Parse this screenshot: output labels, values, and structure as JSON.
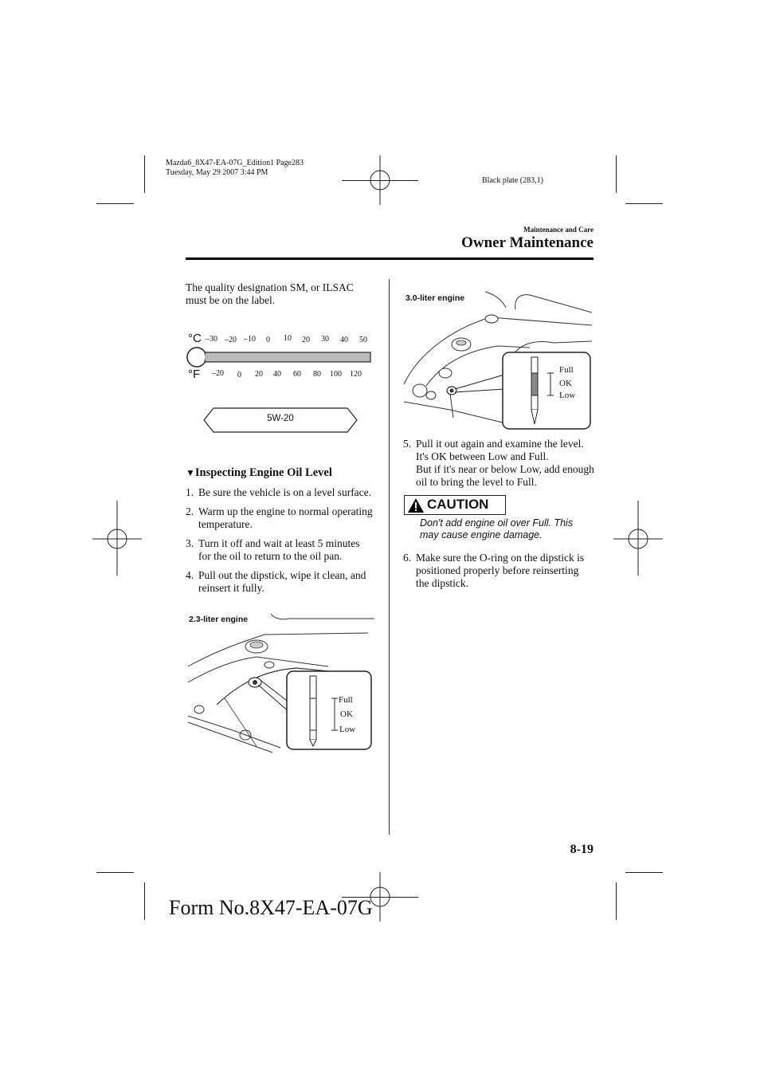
{
  "header_meta": {
    "line1": "Mazda6_8X47-EA-07G_Edition1 Page283",
    "line2": "Tuesday, May 29 2007 3:44 PM",
    "plate": "Black plate (283,1)"
  },
  "section": {
    "category": "Maintenance and Care",
    "title": "Owner Maintenance"
  },
  "left": {
    "intro": "The quality designation SM, or ILSAC must be on the label.",
    "chart": {
      "celsius_unit": "°C",
      "fahrenheit_unit": "°F",
      "celsius_ticks": [
        "–30",
        "–20",
        "–10",
        "0",
        "10",
        "20",
        "30",
        "40",
        "50"
      ],
      "fahrenheit_ticks": [
        "–20",
        "0",
        "20",
        "40",
        "60",
        "80",
        "100",
        "120"
      ],
      "oil_grade": "5W-20"
    },
    "heading": "Inspecting Engine Oil Level",
    "steps": [
      {
        "num": "1.",
        "text": "Be sure the vehicle is on a level surface."
      },
      {
        "num": "2.",
        "text": "Warm up the engine to normal operating temperature."
      },
      {
        "num": "3.",
        "text": "Turn it off and wait at least 5 minutes for the oil to return to the oil pan."
      },
      {
        "num": "4.",
        "text": "Pull out the dipstick, wipe it clean, and reinsert it fully."
      }
    ],
    "figure_label": "2.3-liter engine",
    "figure_marks": {
      "full": "Full",
      "ok": "OK",
      "low": "Low"
    }
  },
  "right": {
    "figure_label": "3.0-liter engine",
    "figure_marks": {
      "full": "Full",
      "ok": "OK",
      "low": "Low"
    },
    "step5": {
      "num": "5.",
      "lines": [
        "Pull it out again and examine the level.",
        "It's OK between Low and Full.",
        "But if it's near or below Low, add enough oil to bring the level to Full."
      ]
    },
    "caution": {
      "label": "CAUTION",
      "text": "Don't add engine oil over Full. This may cause engine damage."
    },
    "step6": {
      "num": "6.",
      "text": "Make sure the O-ring on the dipstick is positioned properly before reinserting the dipstick."
    }
  },
  "page_number": "8-19",
  "form_number": "Form No.8X47-EA-07G"
}
